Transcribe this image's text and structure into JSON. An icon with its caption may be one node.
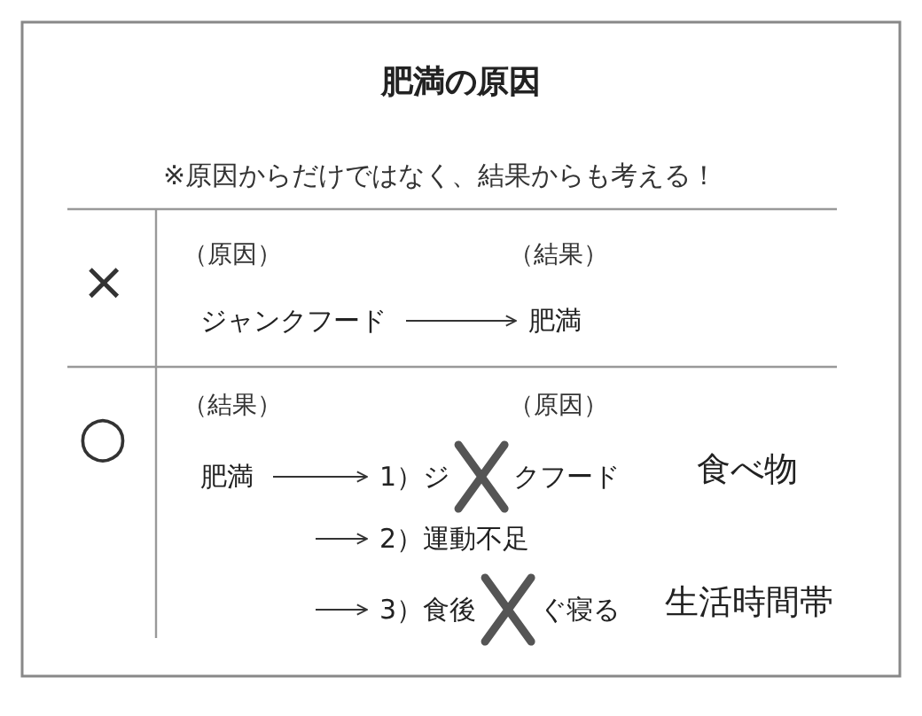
{
  "diagram": {
    "title": "肥満の原因",
    "nodes": [
      {
        "text": [
          "ジャンクフード"
        ]
      },
      {
        "text": [
          "肥満"
        ]
      },
      {
        "text": [
          "肥満"
        ]
      },
      {
        "text": [
          "1）ジ",
          "クフード"
        ],
        "beside": [
          "食べ物"
        ]
      },
      {
        "text": [
          "2）運動不足"
        ]
      },
      {
        "text": [
          "3）食後",
          "ぐ寝る"
        ],
        "beside": [
          "生活時間帯"
        ]
      }
    ],
    "edges": [
      {
        "from": 0,
        "to": 1,
        "arrow": "to"
      },
      {
        "from": 2,
        "to": 3,
        "arrow": "to"
      },
      {
        "from": null,
        "to": 4,
        "arrow": "to"
      },
      {
        "from": null,
        "to": 5,
        "arrow": "to"
      }
    ],
    "labels": [
      "※原因からだけではなく、結果からも考える！",
      "×",
      "（原因）",
      "（結果）",
      "○",
      "（結果）",
      "（原因）"
    ]
  }
}
